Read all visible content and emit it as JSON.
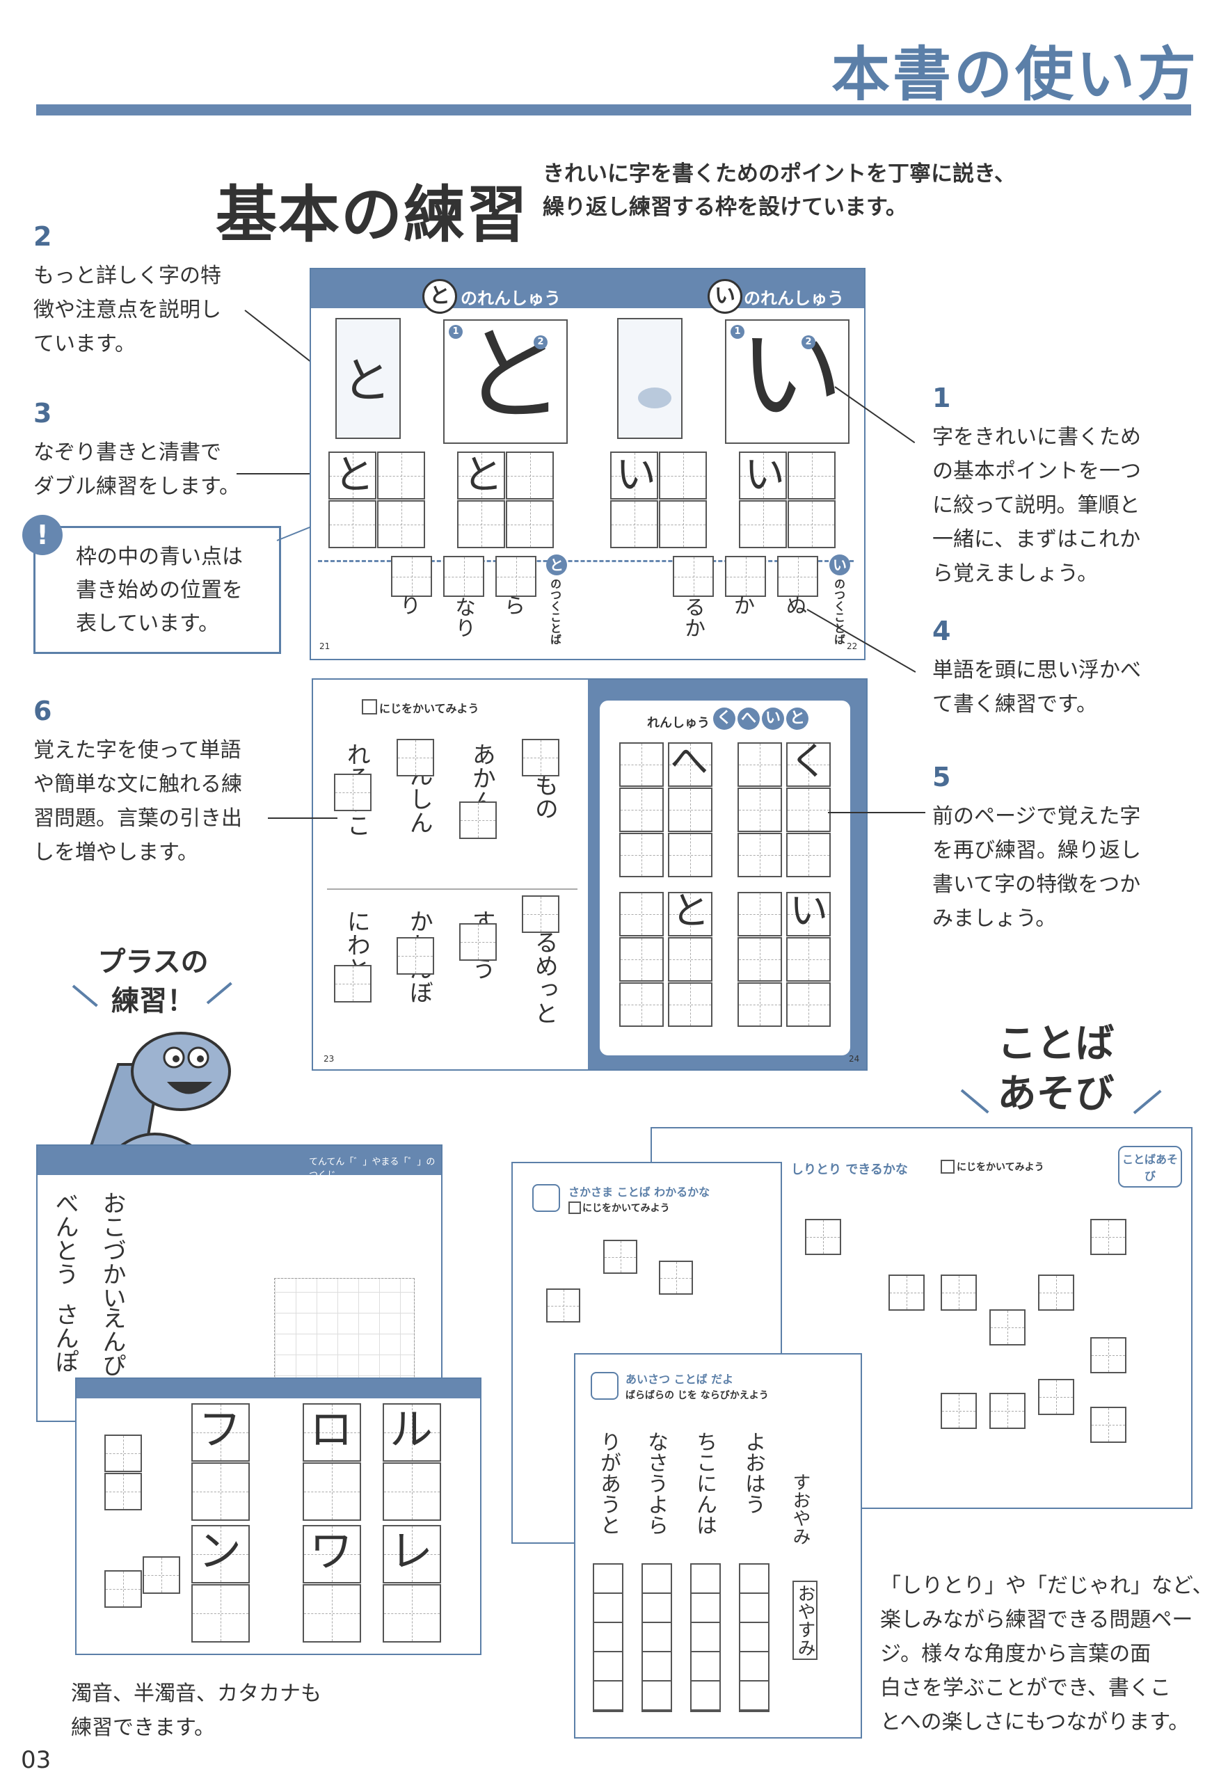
{
  "header": {
    "title": "本書の使い方"
  },
  "basic": {
    "title": "基本の練習",
    "intro_line1": "きれいに字を書くためのポイントを丁寧に説き、",
    "intro_line2": "繰り返し練習する枠を設けています。"
  },
  "callouts": {
    "c1": {
      "num": "1",
      "lines": [
        "字をきれいに書くため",
        "の基本ポイントを一つ",
        "に絞って説明。筆順と",
        "一緒に、まずはこれか",
        "ら覚えましょう。"
      ]
    },
    "c2": {
      "num": "2",
      "lines": [
        "もっと詳しく字の特",
        "徴や注意点を説明し",
        "ています。"
      ]
    },
    "c3": {
      "num": "3",
      "lines": [
        "なぞり書きと清書で",
        "ダブル練習をします。"
      ]
    },
    "c4": {
      "num": "4",
      "lines": [
        "単語を頭に思い浮かべ",
        "て書く練習です。"
      ]
    },
    "c5": {
      "num": "5",
      "lines": [
        "前のページで覚えた字",
        "を再び練習。繰り返し",
        "書いて字の特徴をつか",
        "みましょう。"
      ]
    },
    "c6": {
      "num": "6",
      "lines": [
        "覚えた字を使って単語",
        "や簡単な文に触れる練",
        "習問題。言葉の引き出",
        "しを増やします。"
      ]
    }
  },
  "note": {
    "icon": "!",
    "lines": [
      "枠の中の青い点は",
      "書き始めの位置を",
      "表しています。"
    ]
  },
  "spread1": {
    "left_head_char": "と",
    "left_head_text": "のれんしゅう",
    "right_head_char": "い",
    "right_head_text": "のれんしゅう",
    "big_left": "と",
    "big_right": "い",
    "words_left": [
      "り",
      "なり",
      "ら"
    ],
    "words_right": [
      "るか",
      "か",
      "ぬ"
    ],
    "tsukukotoba_left": "と",
    "tsukukotoba_right": "い",
    "tsuku_label": "のつくことば",
    "page_left": "21",
    "page_right": "22"
  },
  "spread2": {
    "left_head": "にじをかいてみよう",
    "right_head": "れんしゅう",
    "right_chars": [
      "く",
      "へ",
      "い",
      "と"
    ],
    "left_words": [
      "れそうこ",
      "んしん",
      "あかんぼ",
      "だもの",
      "にわとり",
      "かれんぼ",
      "すとう",
      "るめっと"
    ],
    "page_left": "23",
    "page_right": "24"
  },
  "plus": {
    "line1": "プラスの",
    "line2": "練習！",
    "caption_line1": "濁音、半濁音、カタカナも",
    "caption_line2": "練習できます。",
    "top_head": "てんてん「゛」やまる「゜」のつくじ",
    "top_words": [
      "べんとう",
      "おこづかい",
      "えんぴつ",
      "さんぽ"
    ],
    "katakana": [
      "フ",
      "ロ",
      "ル",
      "ン",
      "ワ",
      "レ"
    ]
  },
  "kotoba": {
    "line1": "ことば",
    "line2": "あそび",
    "desc_lines": [
      "「しりとり」や「だじゃれ」など、",
      "楽しみながら練習できる問題ペー",
      "ジ。様々な角度から言葉の面",
      "白さを学ぶことができ、書くこ",
      "とへの楽しさにもつながります。"
    ],
    "p1_head": "しりとり できるかな",
    "p1_sub": "にじをかいてみよう",
    "p1_badge": "ことばあそび",
    "p2_head": "さかさま ことば わかるかな",
    "p2_sub": "にじをかいてみよう",
    "p3_head": "あいさつ ことば だよ",
    "p3_sub": "ばらばらの じを ならびかえよう",
    "p3_words": [
      "りがあうと",
      "なさうよら",
      "ちこにんは",
      "よおはう",
      "すおやみ"
    ],
    "p3_answer": "おやすみ"
  },
  "footer": {
    "page": "03"
  }
}
